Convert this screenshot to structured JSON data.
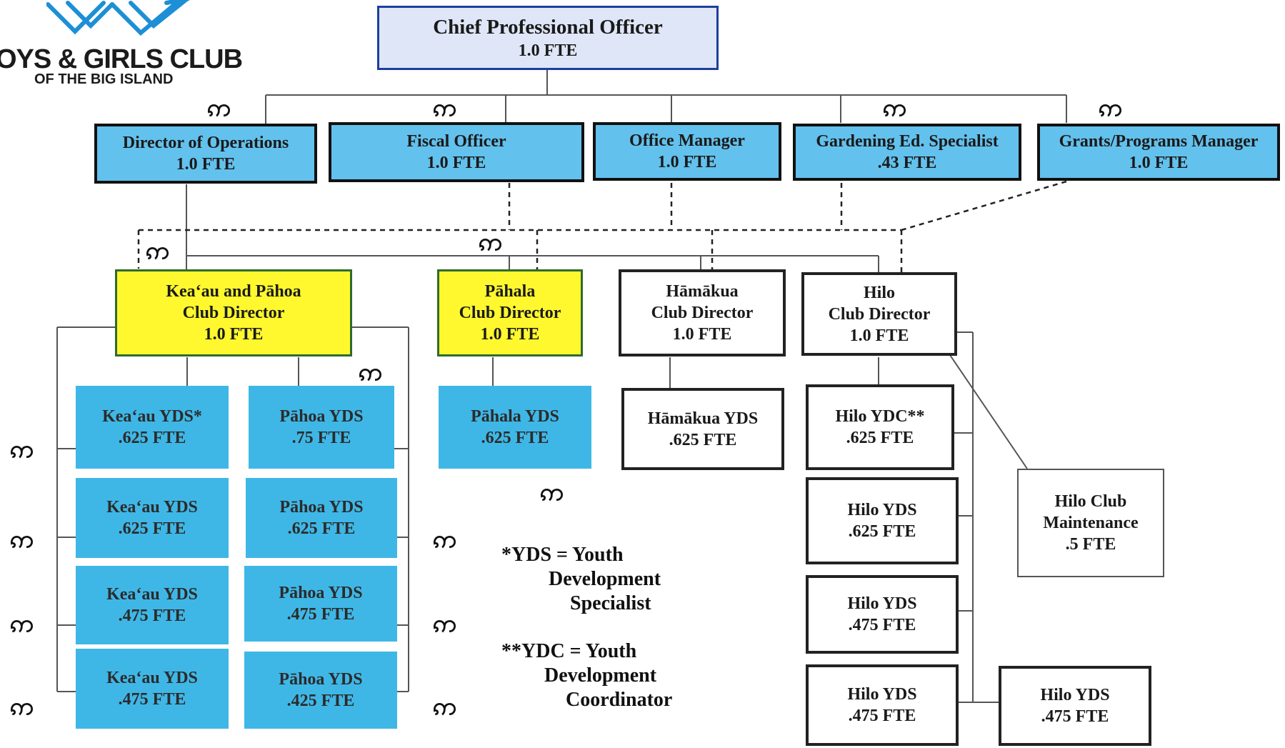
{
  "logo": {
    "name": "OYS & GIRLS CLUB",
    "subtitle": "OF THE BIG ISLAND",
    "color": "#1d8fd6"
  },
  "top": {
    "title": "Chief Professional Officer",
    "fte": "1.0 FTE"
  },
  "managers": [
    {
      "title": "Director of Operations",
      "fte": "1.0 FTE"
    },
    {
      "title": "Fiscal Officer",
      "fte": "1.0 FTE"
    },
    {
      "title": "Office Manager",
      "fte": "1.0 FTE"
    },
    {
      "title": "Gardening Ed. Specialist",
      "fte": ".43 FTE"
    },
    {
      "title": "Grants/Programs Manager",
      "fte": "1.0 FTE"
    }
  ],
  "club_directors": {
    "keaau_pahoa": {
      "line1": "Kea‘au and Pāhoa",
      "line2": "Club Director",
      "fte": "1.0 FTE"
    },
    "pahala": {
      "line1": "Pāhala",
      "line2": "Club Director",
      "fte": "1.0 FTE"
    },
    "hamakua": {
      "line1": "Hāmākua",
      "line2": "Club Director",
      "fte": "1.0 FTE"
    },
    "hilo": {
      "line1": "Hilo",
      "line2": "Club Director",
      "fte": "1.0 FTE"
    }
  },
  "keaau_staff": [
    {
      "title": "Kea‘au YDS*",
      "fte": ".625 FTE"
    },
    {
      "title": "Kea‘au YDS",
      "fte": ".625 FTE"
    },
    {
      "title": "Kea‘au YDS",
      "fte": ".475 FTE"
    },
    {
      "title": "Kea‘au YDS",
      "fte": ".475 FTE"
    }
  ],
  "pahoa_staff": [
    {
      "title": "Pāhoa YDS",
      "fte": ".75 FTE"
    },
    {
      "title": "Pāhoa YDS",
      "fte": ".625 FTE"
    },
    {
      "title": "Pāhoa YDS",
      "fte": ".475 FTE"
    },
    {
      "title": "Pāhoa YDS",
      "fte": ".425 FTE"
    }
  ],
  "pahala_staff": {
    "title": "Pāhala YDS",
    "fte": ".625 FTE"
  },
  "hamakua_staff": {
    "title": "Hāmākua YDS",
    "fte": ".625 FTE"
  },
  "hilo_staff": [
    {
      "title": "Hilo YDC**",
      "fte": ".625 FTE"
    },
    {
      "title": "Hilo YDS",
      "fte": ".625 FTE"
    },
    {
      "title": "Hilo YDS",
      "fte": ".475 FTE"
    },
    {
      "title": "Hilo YDS",
      "fte": ".475 FTE"
    }
  ],
  "hilo_extra": {
    "title": "Hilo YDS",
    "fte": ".475 FTE"
  },
  "hilo_maintenance": {
    "line1": "Hilo Club",
    "line2": "Maintenance",
    "fte": ".5 FTE"
  },
  "legend": {
    "yds": [
      "*YDS = Youth",
      "Development",
      "Specialist"
    ],
    "ydc": [
      "**YDC = Youth",
      "Development",
      "Coordinator"
    ]
  },
  "symbol": "ဢ",
  "colors": {
    "top_fill": "#dfe6f7",
    "top_border": "#1d3f9c",
    "manager_fill": "#63c1ed",
    "director_yellow": "#fff82e",
    "yds_fill": "#3fb7e6"
  }
}
